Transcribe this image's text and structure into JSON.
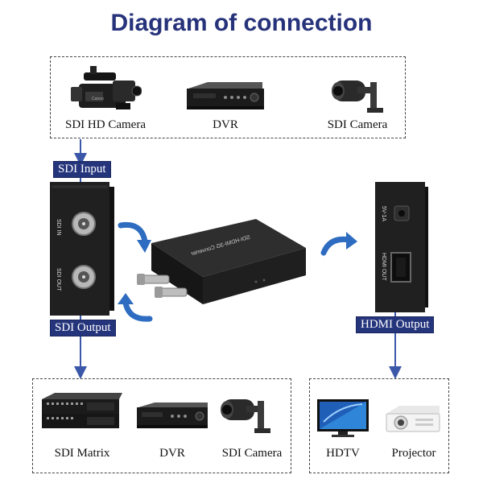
{
  "title": "Diagram of connection",
  "input_devices": [
    "SDI HD Camera",
    "DVR",
    "SDI Camera"
  ],
  "tags": {
    "sdi_input": "SDI Input",
    "sdi_output": "SDI Output",
    "hdmi_output": "HDMI Output"
  },
  "left_panel": {
    "sdi_in": "SDI IN",
    "sdi_out": "SDI OUT"
  },
  "right_panel": {
    "power": "5V-1A",
    "hdmi_out": "HDMI OUT"
  },
  "converter_label": "SDI-HDMI-3G Converter",
  "sdi_output_devices": [
    "SDI Matrix",
    "DVR",
    "SDI Camera"
  ],
  "hdmi_output_devices": [
    "HDTV",
    "Projector"
  ],
  "colors": {
    "title": "#26327a",
    "tag": "#25357c",
    "arrow": "#2d6cc0",
    "connector": "#3b57a8"
  }
}
